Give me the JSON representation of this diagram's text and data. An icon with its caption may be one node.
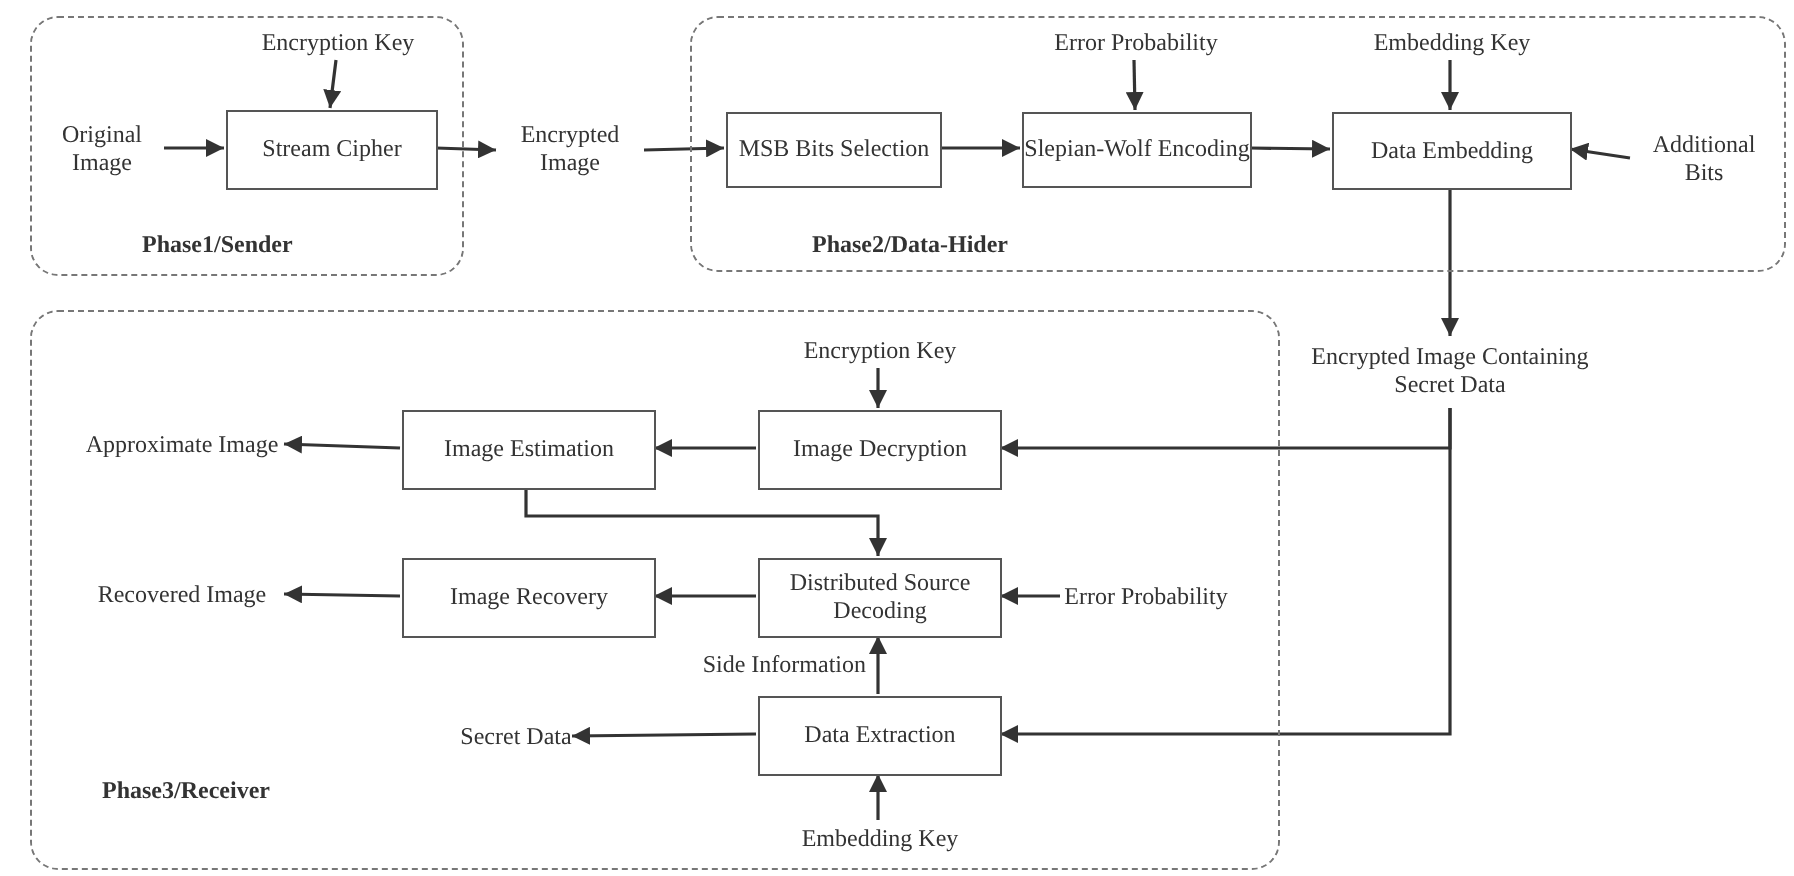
{
  "diagram": {
    "nodes": [
      {
        "text": [
          "Phase1/Sender"
        ]
      },
      {
        "text": [
          "Encryption Key"
        ],
        "in": 0
      },
      {
        "text": [
          "Original Image"
        ],
        "in": 0
      },
      {
        "text": [
          "Stream Cipher"
        ],
        "in": 0
      },
      {
        "text": [
          "Encrypted Image"
        ]
      },
      {
        "text": [
          "Phase2/Data-Hider"
        ]
      },
      {
        "text": [
          "MSB Bits Selection"
        ],
        "in": 5
      },
      {
        "text": [
          "Error Probability"
        ],
        "in": 5
      },
      {
        "text": [
          "Slepian-Wolf Encoding"
        ],
        "in": 5
      },
      {
        "text": [
          "Embedding Key"
        ],
        "in": 5
      },
      {
        "text": [
          "Data Embedding"
        ],
        "in": 5
      },
      {
        "text": [
          "Additional Bits"
        ],
        "in": 5
      },
      {
        "text": [
          "Encrypted Image Containing Secret Data"
        ]
      },
      {
        "text": [
          "Phase3/Receiver"
        ]
      },
      {
        "text": [
          "Encryption Key"
        ],
        "in": 13
      },
      {
        "text": [
          "Approximate Image"
        ],
        "in": 13
      },
      {
        "text": [
          "Image Estimation"
        ],
        "in": 13
      },
      {
        "text": [
          "Image Decryption"
        ],
        "in": 13
      },
      {
        "text": [
          "Recovered Image"
        ],
        "in": 13
      },
      {
        "text": [
          "Image Recovery"
        ],
        "in": 13
      },
      {
        "text": [
          "Distributed Source Decoding"
        ],
        "in": 13
      },
      {
        "text": [
          "Error Probability"
        ],
        "in": 13
      },
      {
        "text": [
          "Secret Data"
        ],
        "in": 13
      },
      {
        "text": [
          "Data Extraction"
        ],
        "in": 13
      },
      {
        "text": [
          "Embedding Key"
        ],
        "in": 13
      }
    ],
    "edges": [
      {
        "from": 1,
        "to": 3,
        "arrow": "to"
      },
      {
        "from": 2,
        "to": 3,
        "arrow": "to"
      },
      {
        "from": 3,
        "to": 4,
        "arrow": "to"
      },
      {
        "from": 4,
        "to": 6,
        "arrow": "to"
      },
      {
        "from": 6,
        "to": 8,
        "arrow": "to"
      },
      {
        "from": 7,
        "to": 8,
        "arrow": "to"
      },
      {
        "from": 8,
        "to": 10,
        "arrow": "to"
      },
      {
        "from": 9,
        "to": 10,
        "arrow": "to"
      },
      {
        "from": 11,
        "to": 10,
        "arrow": "to"
      },
      {
        "from": 10,
        "to": 12,
        "arrow": "to"
      },
      {
        "from": 12,
        "to": 17,
        "arrow": "to"
      },
      {
        "from": 12,
        "to": 23,
        "arrow": "to"
      },
      {
        "from": 14,
        "to": 17,
        "arrow": "to"
      },
      {
        "from": 17,
        "to": 16,
        "arrow": "to"
      },
      {
        "from": 16,
        "to": 15,
        "arrow": "to"
      },
      {
        "from": 16,
        "to": 20,
        "arrow": "to"
      },
      {
        "from": 20,
        "to": 19,
        "arrow": "to"
      },
      {
        "from": 19,
        "to": 18,
        "arrow": "to"
      },
      {
        "from": 21,
        "to": 20,
        "arrow": "to"
      },
      {
        "from": 23,
        "to": 20,
        "arrow": "to",
        "label": "Side Information"
      },
      {
        "from": 23,
        "to": 22,
        "arrow": "to"
      },
      {
        "from": 24,
        "to": 23,
        "arrow": "to"
      }
    ]
  }
}
